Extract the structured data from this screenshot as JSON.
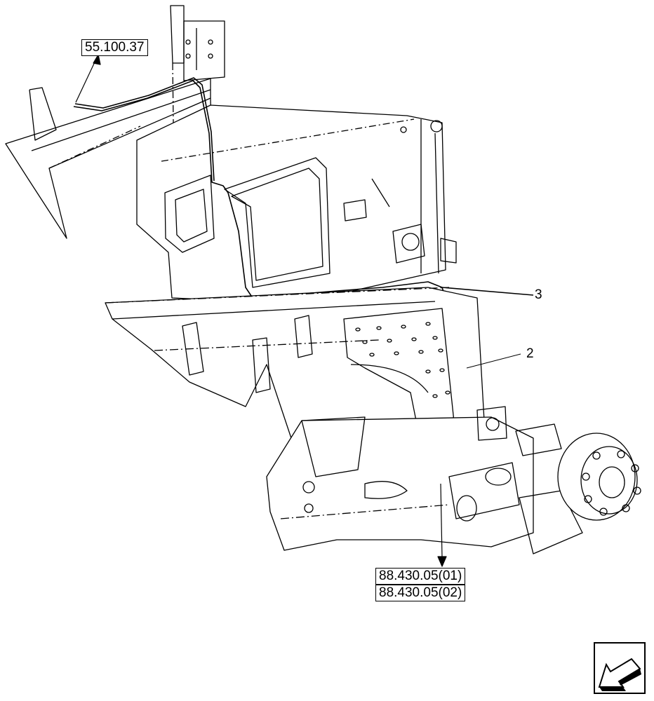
{
  "references": {
    "top_ref": "55.100.37",
    "bottom_ref_1": "88.430.05(01)",
    "bottom_ref_2": "88.430.05(02)"
  },
  "callouts": {
    "item_3": "3",
    "item_2": "2"
  },
  "navigation": {
    "icon": "previous-page-arrow-icon"
  },
  "colors": {
    "line": "#000000",
    "background": "#ffffff"
  }
}
